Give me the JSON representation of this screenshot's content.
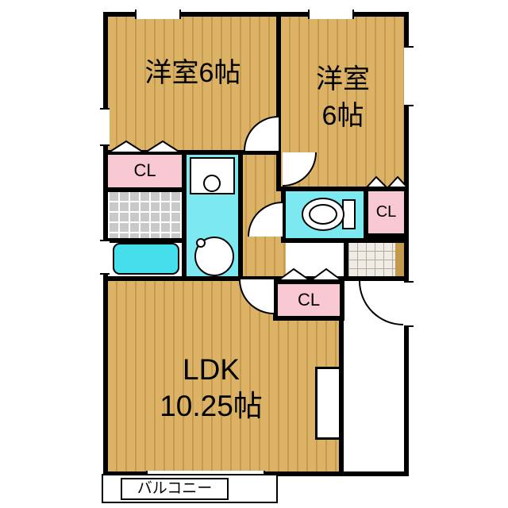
{
  "plan": {
    "type": "apartment-floor-plan",
    "rooms": {
      "bedroom_top_left": {
        "label": "洋室6帖"
      },
      "bedroom_top_right": {
        "label_line1": "洋室",
        "label_line2": "6帖"
      },
      "ldk": {
        "label_line1": "LDK",
        "label_line2": "10.25帖"
      },
      "closet_left": {
        "label": "CL"
      },
      "closet_right": {
        "label": "CL"
      },
      "closet_ldk": {
        "label": "CL"
      },
      "balcony": {
        "label": "バルコニー"
      }
    },
    "fixtures": [
      "bathtub",
      "sink-unit",
      "washing-machine-place",
      "toilet",
      "entrance-tile"
    ],
    "colors": {
      "wood_floor": "#dcb266",
      "wood_stripe": "#c49a4c",
      "closet_pink": "#f9c9d3",
      "washroom_cyan": "#7ce9f1",
      "bathtub_cyan": "#45dfeb",
      "tile_gray": "#c9c9c9",
      "wall": "#000000"
    }
  }
}
